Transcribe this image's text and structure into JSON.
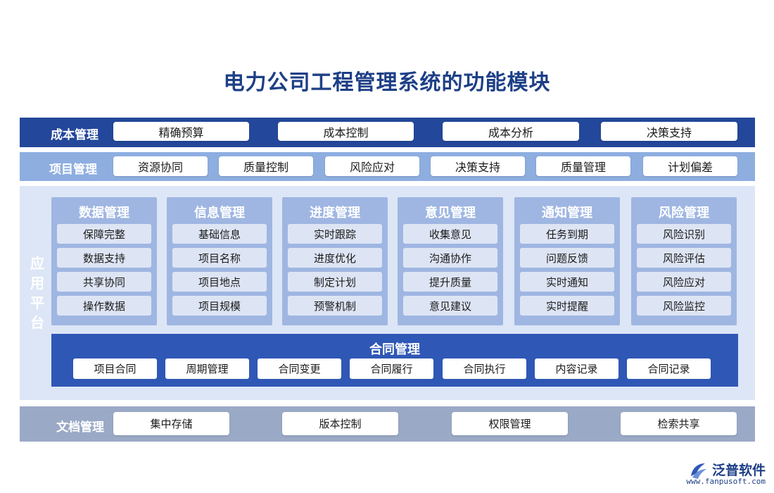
{
  "title": "电力公司工程管理系统的功能模块",
  "cost": {
    "label": "成本管理",
    "items": [
      "精确预算",
      "成本控制",
      "成本分析",
      "决策支持"
    ]
  },
  "project": {
    "label": "项目管理",
    "items": [
      "资源协同",
      "质量控制",
      "风险应对",
      "决策支持",
      "质量管理",
      "计划偏差"
    ]
  },
  "app": {
    "label": [
      "应",
      "用",
      "平",
      "台"
    ],
    "modules": [
      {
        "title": "数据管理",
        "items": [
          "保障完整",
          "数据支持",
          "共享协同",
          "操作数据"
        ]
      },
      {
        "title": "信息管理",
        "items": [
          "基础信息",
          "项目名称",
          "项目地点",
          "项目规模"
        ]
      },
      {
        "title": "进度管理",
        "items": [
          "实时跟踪",
          "进度优化",
          "制定计划",
          "预警机制"
        ]
      },
      {
        "title": "意见管理",
        "items": [
          "收集意见",
          "沟通协作",
          "提升质量",
          "意见建议"
        ]
      },
      {
        "title": "通知管理",
        "items": [
          "任务到期",
          "问题反馈",
          "实时通知",
          "实时提醒"
        ]
      },
      {
        "title": "风险管理",
        "items": [
          "风险识别",
          "风险评估",
          "风险应对",
          "风险监控"
        ]
      }
    ],
    "contract": {
      "title": "合同管理",
      "items": [
        "项目合同",
        "周期管理",
        "合同变更",
        "合同履行",
        "合同执行",
        "内容记录",
        "合同记录"
      ]
    }
  },
  "doc": {
    "label": "文档管理",
    "items": [
      "集中存储",
      "版本控制",
      "权限管理",
      "检索共享"
    ]
  },
  "logo": {
    "name": "泛普软件",
    "url": "www.fanpusoft.com",
    "icon": "fanpu-logo-icon"
  },
  "colors": {
    "title": "#1d3f86",
    "cost_band": "#23479a",
    "project_band": "#8eaee0",
    "app_band": "#dde6f6",
    "module": "#9fb6e2",
    "contract": "#2f57b5",
    "doc_band": "#9aa9c5"
  }
}
